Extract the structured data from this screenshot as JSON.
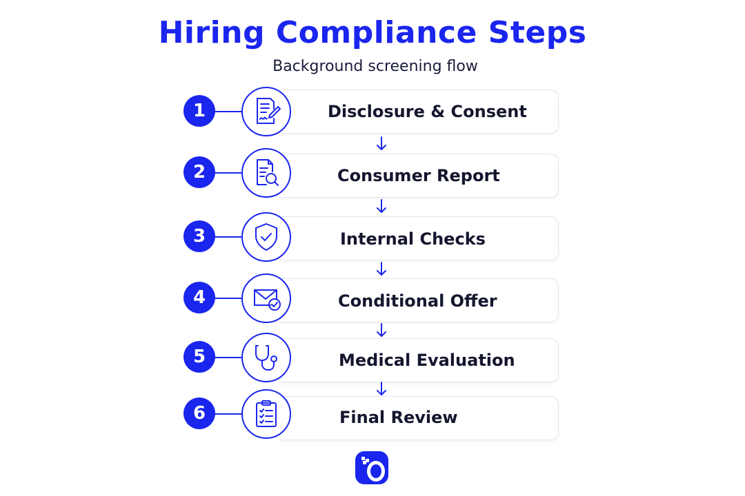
{
  "title": "Hiring Compliance Steps",
  "subtitle": "Background screening flow",
  "accent_color": "#1a25ee",
  "steps": [
    {
      "number": "1",
      "label": "Disclosure & Consent",
      "icon": "document-signature-icon"
    },
    {
      "number": "2",
      "label": "Consumer Report",
      "icon": "document-search-icon"
    },
    {
      "number": "3",
      "label": "Internal Checks",
      "icon": "shield-check-icon"
    },
    {
      "number": "4",
      "label": "Conditional Offer",
      "icon": "mail-check-icon"
    },
    {
      "number": "5",
      "label": "Medical Evaluation",
      "icon": "stethoscope-icon"
    },
    {
      "number": "6",
      "label": "Final Review",
      "icon": "clipboard-checklist-icon"
    }
  ],
  "logo": "brand-logo"
}
